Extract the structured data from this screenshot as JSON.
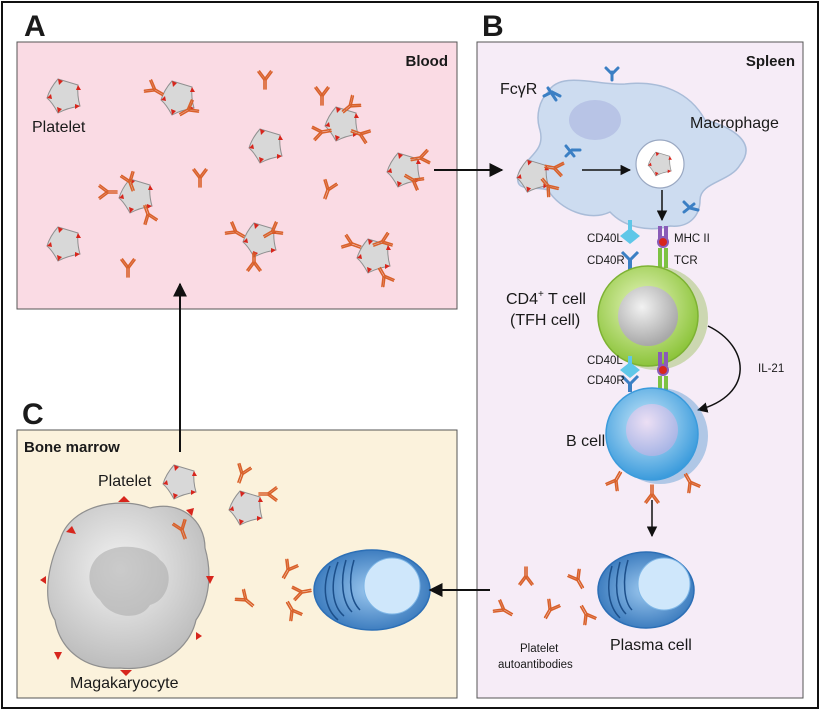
{
  "panels": {
    "a": {
      "letter": "A",
      "region": "Blood",
      "platelet_label": "Platelet"
    },
    "b": {
      "letter": "B",
      "region": "Spleen"
    },
    "c": {
      "letter": "C",
      "region": "Bone marrow",
      "platelet_label": "Platelet",
      "megakaryocyte_label": "Magakaryocyte"
    }
  },
  "spleen": {
    "fcgr_label": "FcγR",
    "macrophage_label": "Macrophage",
    "cd40l_top": "CD40L",
    "cd40r_top": "CD40R",
    "mhc_label": "MHC II",
    "tcr_label": "TCR",
    "tcell_label_main": "CD4",
    "tcell_label_sup": "+",
    "tcell_label_rest": " T cell",
    "tfh_label": "(TFH cell)",
    "cd40l_bottom": "CD40L",
    "cd40r_bottom": "CD40R",
    "il21_label": "IL-21",
    "bcell_label": "B cell",
    "plasma_label": "Plasma cell",
    "autoantibodies_line1": "Platelet",
    "autoantibodies_line2": "autoantibodies"
  },
  "colors": {
    "blood_bg": "#fadbe4",
    "spleen_bg": "#f6ecf7",
    "marrow_bg": "#fbf2dc",
    "antibody": "#d9612b",
    "platelet": "#d8d8d8",
    "platelet_tip": "#d7261d",
    "macrophage": "#cddcf0",
    "tcell": "#a8d84a",
    "bcell": "#5bb3e6",
    "plasma": "#3d86cf"
  }
}
